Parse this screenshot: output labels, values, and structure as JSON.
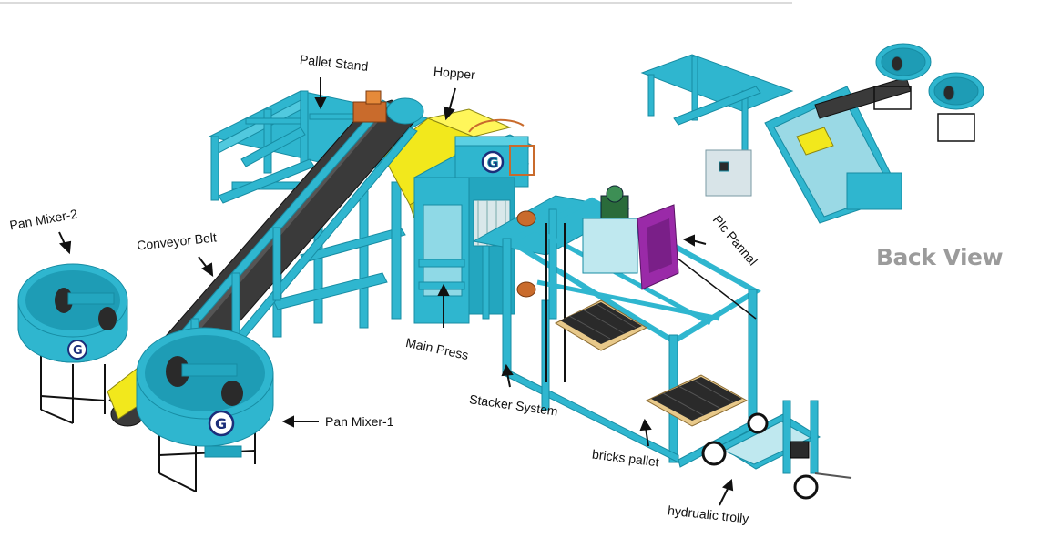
{
  "labels": {
    "pallet_stand": "Pallet Stand",
    "hopper": "Hopper",
    "pan_mixer_2": "Pan Mixer-2",
    "conveyor_belt": "Conveyor Belt",
    "plc_pannal": "Plc Pannal",
    "main_press": "Main Press",
    "stacker_system": "Stacker System",
    "pan_mixer_1": "Pan Mixer-1",
    "bricks_pallet": "bricks pallet",
    "hydraulic_trolly": "hydrualic trolly",
    "back_view": "Back View"
  },
  "logo_letter": "G",
  "colors": {
    "frame": "#2fb6cf",
    "frame_dark": "#178ca3",
    "belt": "#3a3a3a",
    "hopper": "#f2e81c",
    "motor": "#c96b2c",
    "panel": "#9a2aa8",
    "pallet": "#2a2a2a",
    "wood": "#e8c98a",
    "back_view_text": "#9b9b9b"
  }
}
